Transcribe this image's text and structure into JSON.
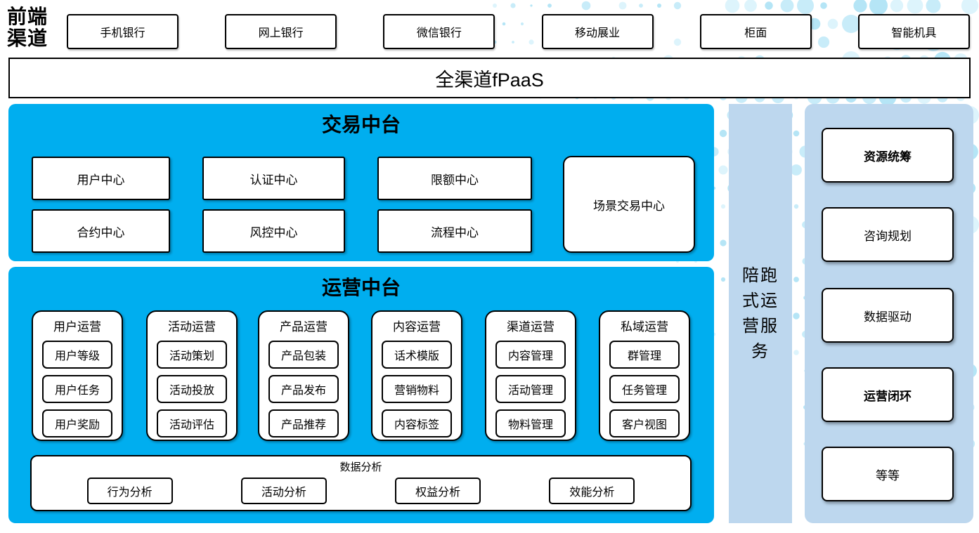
{
  "colors": {
    "section_blue": "#00aeef",
    "panel_blue": "#bdd7ee",
    "dot_palette": [
      "#ddf4fc",
      "#c8ecf9",
      "#b5e5f6"
    ]
  },
  "header": {
    "label": "前端渠道",
    "channels": [
      "手机银行",
      "网上银行",
      "微信银行",
      "移动展业",
      "柜面",
      "智能机具"
    ]
  },
  "fpaas": {
    "label": "全渠道fPaaS"
  },
  "trade_platform": {
    "title": "交易中台",
    "centers": [
      "用户中心",
      "认证中心",
      "限额中心",
      "合约中心",
      "风控中心",
      "流程中心"
    ],
    "scenario_center": "场景交易中心"
  },
  "ops_platform": {
    "title": "运营中台",
    "columns": [
      {
        "title": "用户运营",
        "items": [
          "用户等级",
          "用户任务",
          "用户奖励"
        ]
      },
      {
        "title": "活动运营",
        "items": [
          "活动策划",
          "活动投放",
          "活动评估"
        ]
      },
      {
        "title": "产品运营",
        "items": [
          "产品包装",
          "产品发布",
          "产品推荐"
        ]
      },
      {
        "title": "内容运营",
        "items": [
          "话术模版",
          "营销物料",
          "内容标签"
        ]
      },
      {
        "title": "渠道运营",
        "items": [
          "内容管理",
          "活动管理",
          "物料管理"
        ]
      },
      {
        "title": "私域运营",
        "items": [
          "群管理",
          "任务管理",
          "客户视图"
        ]
      }
    ],
    "data_analysis": {
      "title": "数据分析",
      "items": [
        "行为分析",
        "活动分析",
        "权益分析",
        "效能分析"
      ]
    }
  },
  "accompany_bar": {
    "label": "陪跑式运营服务"
  },
  "right_panel": {
    "items": [
      {
        "label": "资源统筹",
        "bold": true
      },
      {
        "label": "咨询规划",
        "bold": false
      },
      {
        "label": "数据驱动",
        "bold": false
      },
      {
        "label": "运营闭环",
        "bold": true
      },
      {
        "label": "等等",
        "bold": false
      }
    ]
  }
}
